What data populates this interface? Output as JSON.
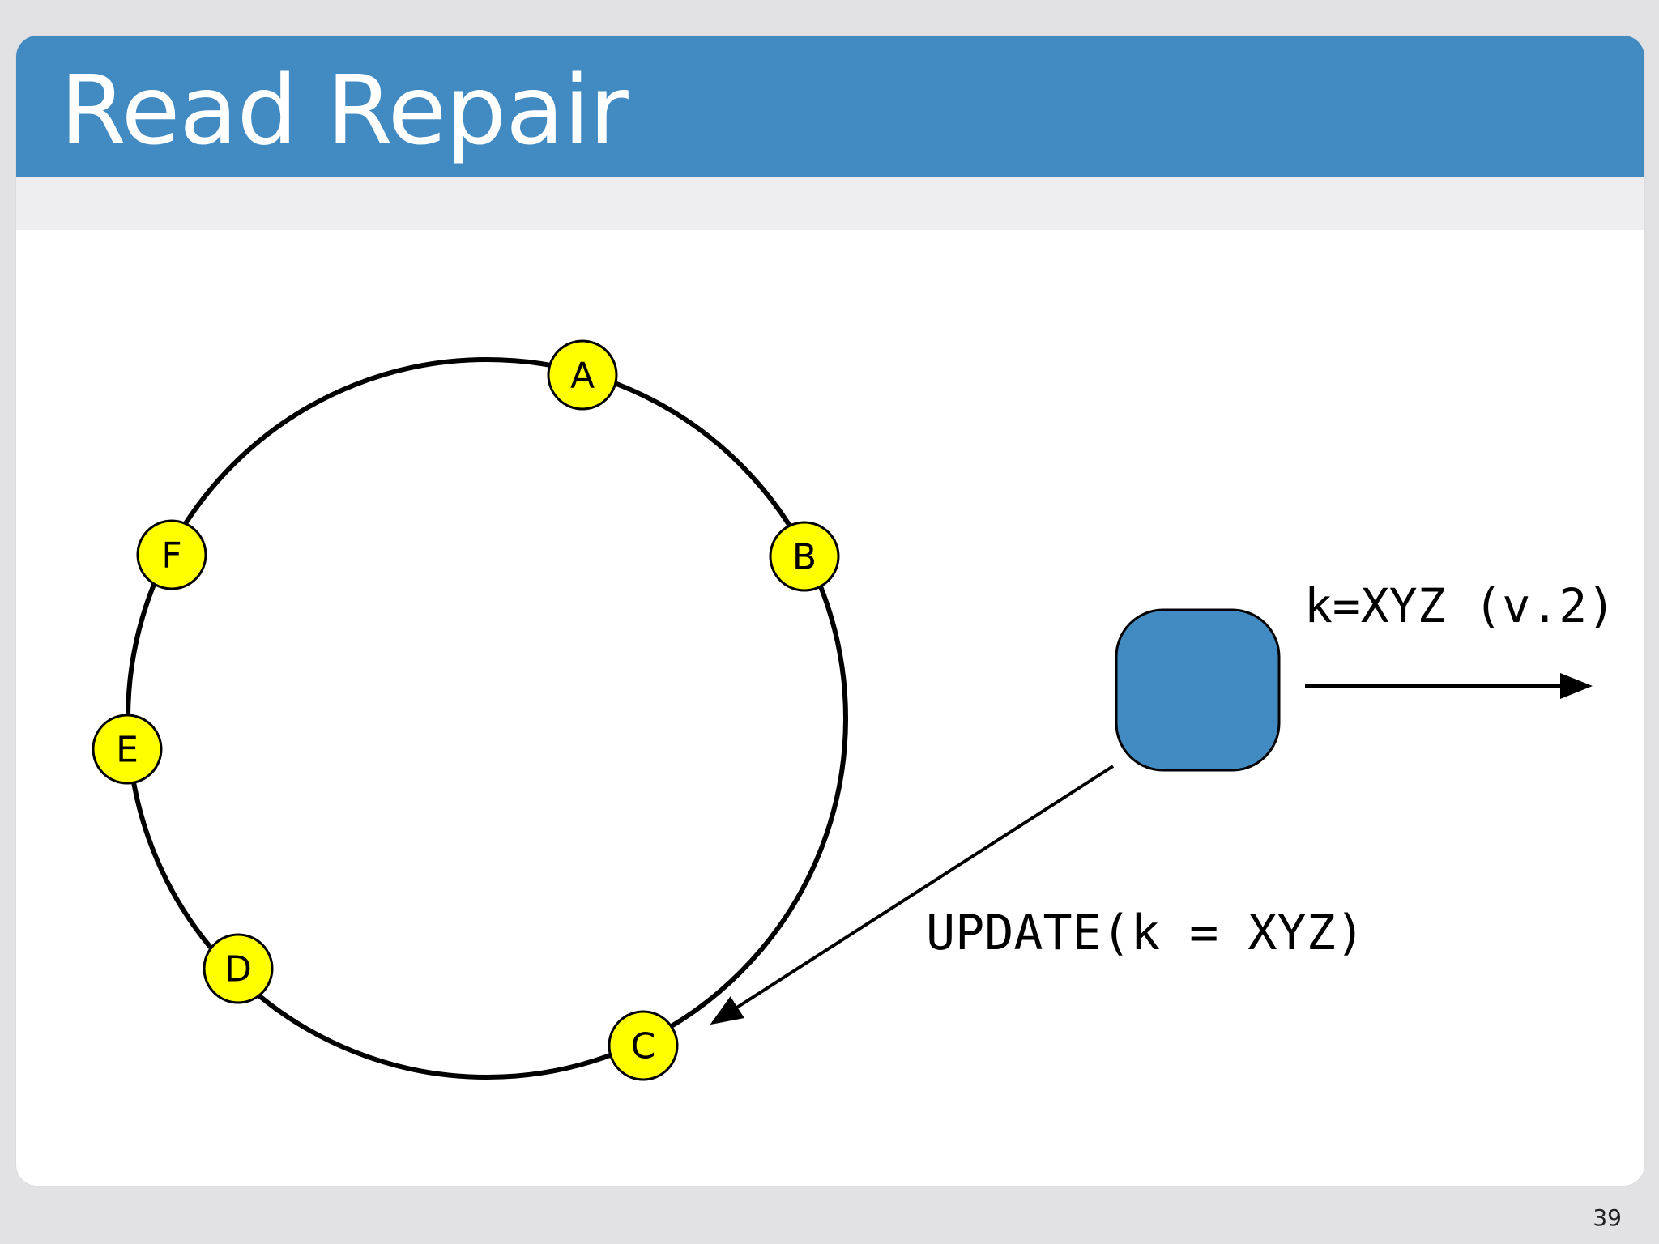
{
  "slide": {
    "title": "Read Repair",
    "page_number": "39"
  },
  "colors": {
    "header": "#418bc2",
    "coordinator": "#418bc2",
    "node_fill": "#ffff00",
    "stroke": "#000000"
  },
  "ring": {
    "nodes": [
      {
        "id": "a",
        "label": "A"
      },
      {
        "id": "b",
        "label": "B"
      },
      {
        "id": "c",
        "label": "C"
      },
      {
        "id": "d",
        "label": "D"
      },
      {
        "id": "e",
        "label": "E"
      },
      {
        "id": "f",
        "label": "F"
      }
    ]
  },
  "messages": {
    "response": "k=XYZ (v.2)",
    "update": "UPDATE(k = XYZ)"
  }
}
